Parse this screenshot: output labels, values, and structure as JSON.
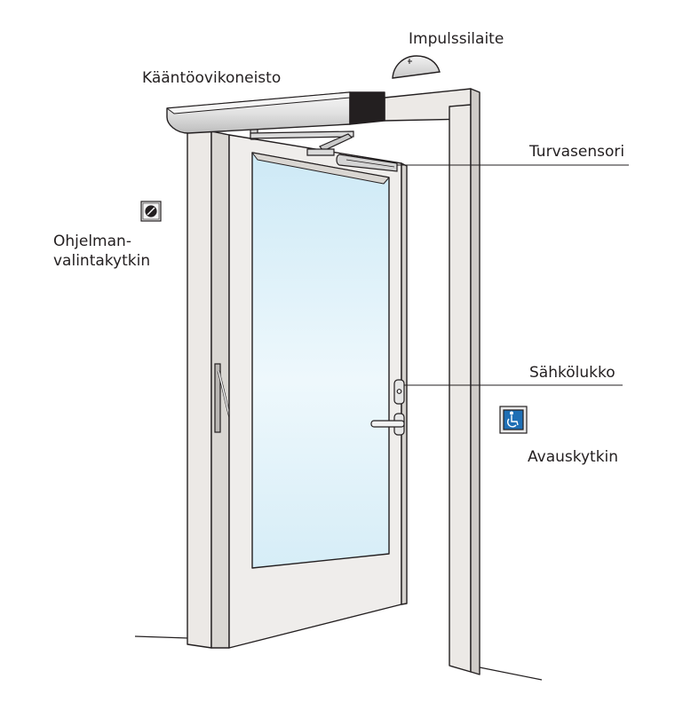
{
  "labels": {
    "impulse_device": "Impulssilaite",
    "swing_operator": "Kääntöovikoneisto",
    "safety_sensor": "Turvasensori",
    "program_selector_line1": "Ohjelman-",
    "program_selector_line2": "valintakytkin",
    "electric_lock": "Sähkölukko",
    "open_switch": "Avauskytkin"
  },
  "icons": {
    "program_selector": "program-selector-switch-icon",
    "open_switch": "wheelchair-accessibility-icon"
  },
  "colors": {
    "line": "#231f20",
    "frame": "#ece9e6",
    "frame_shadow": "#c9c6c2",
    "door": "#efedeb",
    "glass": "#e3f2fa",
    "operator_body": "#e4e4e4",
    "operator_cap": "#231f20",
    "accessibility_blue": "#1f6fb5"
  }
}
